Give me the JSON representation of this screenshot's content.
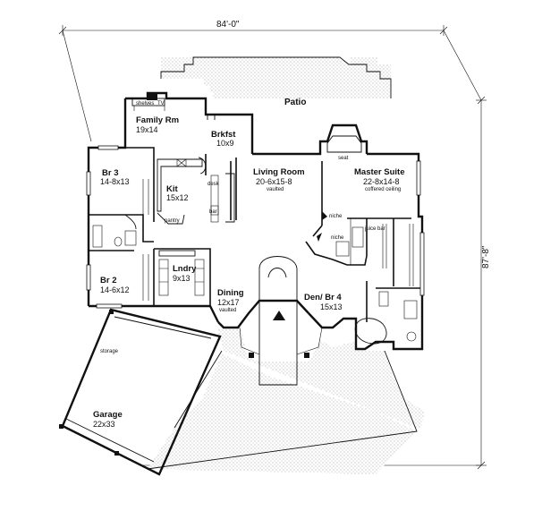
{
  "dimensions": {
    "width": "84'-0\"",
    "depth": "87'-8\""
  },
  "rooms": {
    "patio": {
      "name": "Patio"
    },
    "family": {
      "name": "Family Rm",
      "size": "19x14"
    },
    "brkfst": {
      "name": "Brkfst",
      "size": "10x9"
    },
    "living": {
      "name": "Living Room",
      "size": "20-6x15-8",
      "note": "vaulted"
    },
    "master": {
      "name": "Master Suite",
      "size": "22-8x14-8",
      "note": "coffered ceiling"
    },
    "br3": {
      "name": "Br 3",
      "size": "14-8x13"
    },
    "kit": {
      "name": "Kit",
      "size": "15x12"
    },
    "br2": {
      "name": "Br 2",
      "size": "14-6x12"
    },
    "lndry": {
      "name": "Lndry",
      "size": "9x13"
    },
    "dining": {
      "name": "Dining",
      "size": "12x17",
      "note": "vaulted"
    },
    "den": {
      "name": "Den/ Br 4",
      "size": "15x13"
    },
    "garage": {
      "name": "Garage",
      "size": "22x33"
    }
  },
  "labels": {
    "shelves": "shelves",
    "tv": "TV",
    "seat": "seat",
    "desk": "desk",
    "bar": "bar",
    "pantry": "pantry",
    "niche": "niche",
    "niche2": "niche",
    "juice_bar": "juice bar",
    "storage": "storage"
  }
}
